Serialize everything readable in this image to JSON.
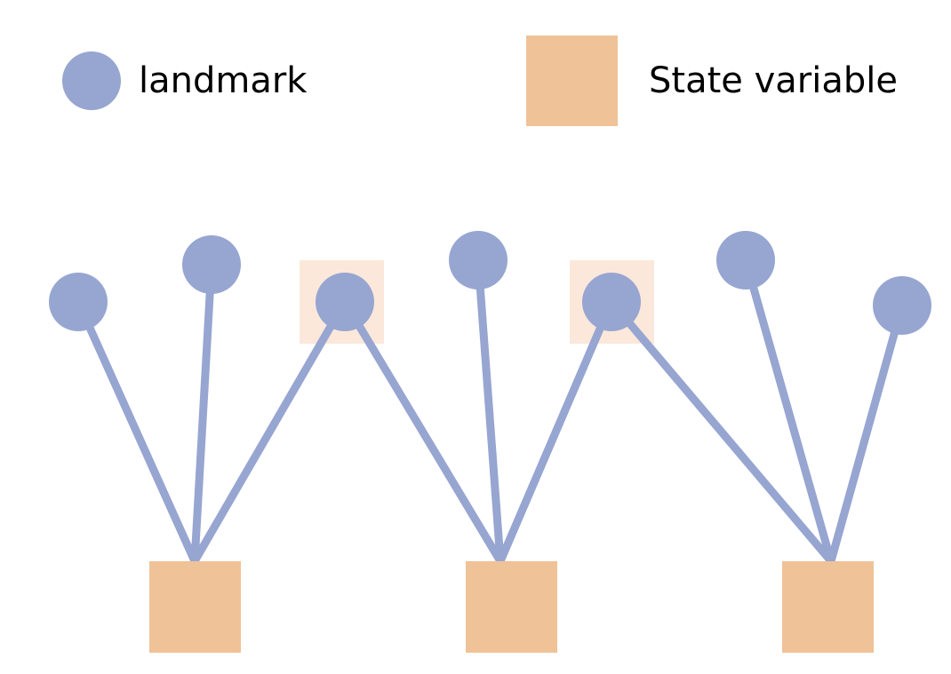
{
  "legend": {
    "landmark_label": "landmark",
    "state_label": "State variable"
  },
  "colors": {
    "landmark": "#97a5d1",
    "edge": "#97a5d1",
    "state": "#f0c297",
    "state_highlight": "#fbe8da",
    "text": "#000000"
  },
  "graph": {
    "states": [
      "s1",
      "s2",
      "s3"
    ],
    "landmarks": [
      "l1",
      "l2",
      "l3",
      "l4",
      "l5",
      "l6",
      "l7"
    ],
    "shared_landmarks": [
      "l3",
      "l5"
    ],
    "edges": [
      [
        "s1",
        "l1"
      ],
      [
        "s1",
        "l2"
      ],
      [
        "s1",
        "l3"
      ],
      [
        "s2",
        "l3"
      ],
      [
        "s2",
        "l4"
      ],
      [
        "s2",
        "l5"
      ],
      [
        "s3",
        "l5"
      ],
      [
        "s3",
        "l6"
      ],
      [
        "s3",
        "l7"
      ]
    ]
  }
}
